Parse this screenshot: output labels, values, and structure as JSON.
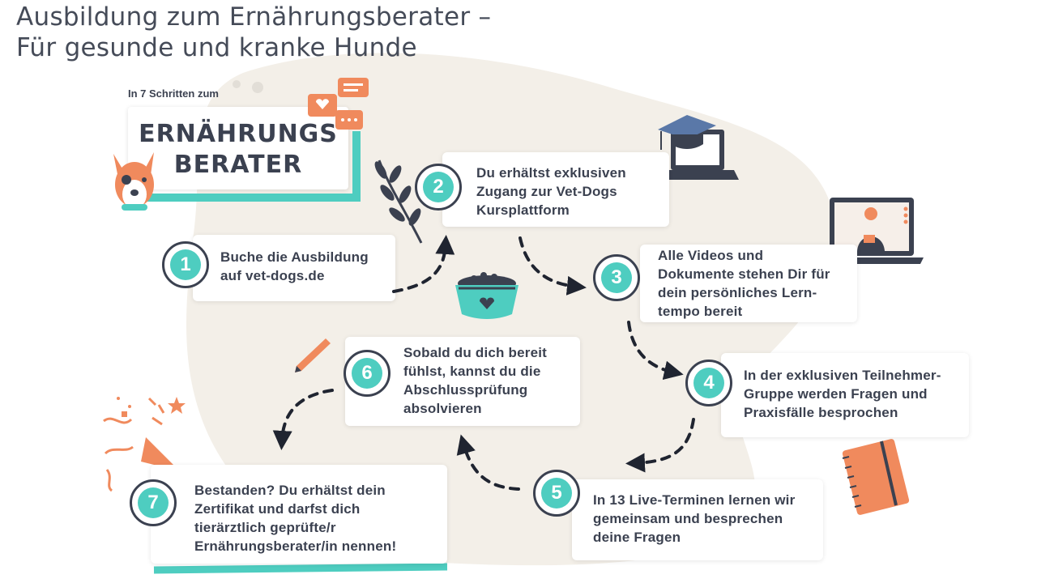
{
  "title": {
    "line1": "Ausbildung zum Ernährungsberater –",
    "line2": "Für gesunde und kranke Hunde"
  },
  "badge": {
    "intro": "In 7 Schritten zum",
    "line1": "ERNÄHRUNGS",
    "line2": "BERATER"
  },
  "steps": [
    {
      "number": "1",
      "text": [
        "Buche die Ausbildung",
        "auf vet-dogs.de"
      ]
    },
    {
      "number": "2",
      "text": [
        "Du erhältst exklusiven",
        "Zugang zur Vet-Dogs",
        "Kursplattform"
      ]
    },
    {
      "number": "3",
      "text": [
        "Alle Videos und",
        "Dokumente stehen Dir für",
        "dein persönliches Lern-",
        "tempo bereit"
      ]
    },
    {
      "number": "4",
      "text": [
        "In der exklusiven Teilnehmer-",
        "Gruppe werden  Fragen und",
        "Praxisfälle besprochen"
      ]
    },
    {
      "number": "5",
      "text": [
        "In 13 Live-Terminen lernen wir",
        "gemeinsam und besprechen",
        "deine Fragen"
      ]
    },
    {
      "number": "6",
      "text": [
        "Sobald du dich bereit",
        "fühlst, kannst du die",
        "Abschlussprüfung",
        "absolvieren"
      ]
    },
    {
      "number": "7",
      "text": [
        "Bestanden? Du erhältst dein",
        "Zertifikat und darfst dich",
        "tierärztlich geprüfte/r",
        "Ernährungsberater/in nennen!"
      ]
    }
  ],
  "icons": [
    "dog-icon",
    "chat-bubbles-icon",
    "plant-icon",
    "graduation-laptop-icon",
    "video-call-laptop-icon",
    "food-bowl-icon",
    "pencil-icon",
    "confetti-icon",
    "notebook-icon"
  ],
  "colors": {
    "accent": "#4ecdc0",
    "text": "#3b4150",
    "orange": "#f08a5d",
    "blob": "#f3efe8"
  }
}
